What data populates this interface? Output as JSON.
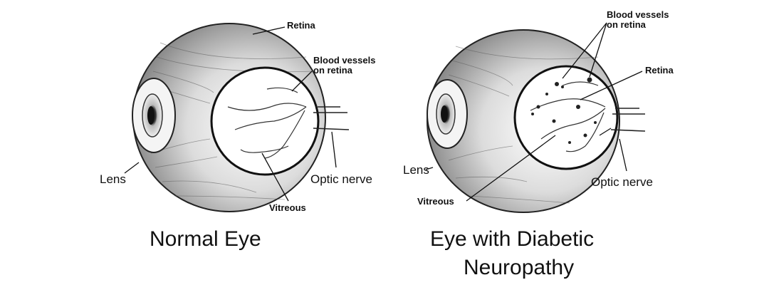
{
  "normal_eye": {
    "caption": "Normal Eye",
    "labels": {
      "retina": "Retina",
      "blood_vessels_line1": "Blood vessels",
      "blood_vessels_line2": "on retina",
      "lens": "Lens",
      "optic_nerve": "Optic nerve",
      "vitreous": "Vitreous"
    }
  },
  "diabetic_eye": {
    "caption_line1": "Eye with Diabetic",
    "caption_line2": "Neuropathy",
    "labels": {
      "blood_vessels_line1": "Blood vessels",
      "blood_vessels_line2": "on retina",
      "retina": "Retina",
      "lens": "Lens",
      "vitreous": "Vitreous",
      "optic_nerve": "Optic nerve"
    }
  }
}
